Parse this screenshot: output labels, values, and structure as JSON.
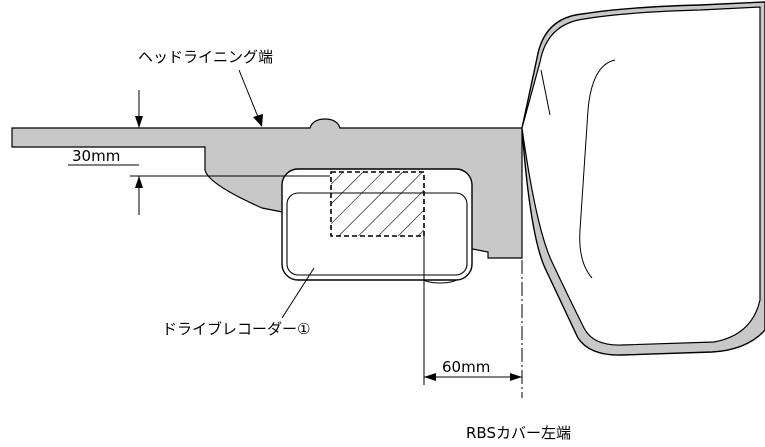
{
  "labels": {
    "headlining_edge": "ヘッドライニング端",
    "height_dim": "30mm",
    "recorder": "ドライブレコーダー①",
    "offset_dim": "60mm",
    "rbs_edge": "RBSカバー左端"
  },
  "colors": {
    "headliner_fill": "#c8c8c8",
    "line": "#000000",
    "background": "#ffffff"
  }
}
